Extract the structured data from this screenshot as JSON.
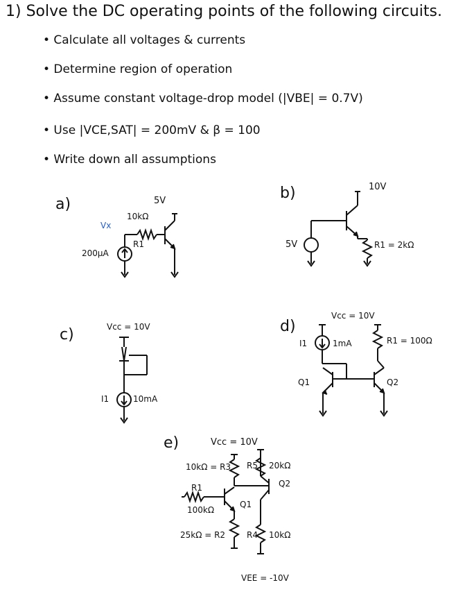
{
  "problem": {
    "heading": "1) Solve the DC operating points of the following circuits.",
    "bullets": [
      "• Calculate all voltages & currents",
      "• Determine region of operation",
      "• Assume constant voltage-drop model (|VBE| = 0.7V)",
      "• Use |VCE,SAT| = 200mV & β = 100",
      "• Write down all assumptions"
    ]
  },
  "circuits": {
    "a": {
      "label": "a)",
      "supply": "5V",
      "resistor": "10kΩ",
      "resistor_name": "R1",
      "node": "Vx",
      "source": "200μA"
    },
    "b": {
      "label": "b)",
      "supply": "10V",
      "source": "5V",
      "resistor": "R1 = 2kΩ"
    },
    "c": {
      "label": "c)",
      "supply": "Vcc = 10V",
      "source_name": "I1",
      "source": "10mA"
    },
    "d": {
      "label": "d)",
      "supply_top": "Vcc = 10V",
      "source_name": "I1",
      "source": "1mA",
      "resistor": "R1 = 100Ω",
      "q1": "Q1",
      "q2": "Q2"
    },
    "e": {
      "label": "e)",
      "supply": "Vcc = 10V",
      "r3": "10kΩ = R3",
      "r5": "R5",
      "r5_val": "20kΩ",
      "q2": "Q2",
      "r1": "R1",
      "r1_val": "100kΩ",
      "q1": "Q1",
      "r2": "25kΩ = R2",
      "r4": "R4",
      "r4_val": "10kΩ",
      "vee": "VEE = -10V"
    }
  }
}
